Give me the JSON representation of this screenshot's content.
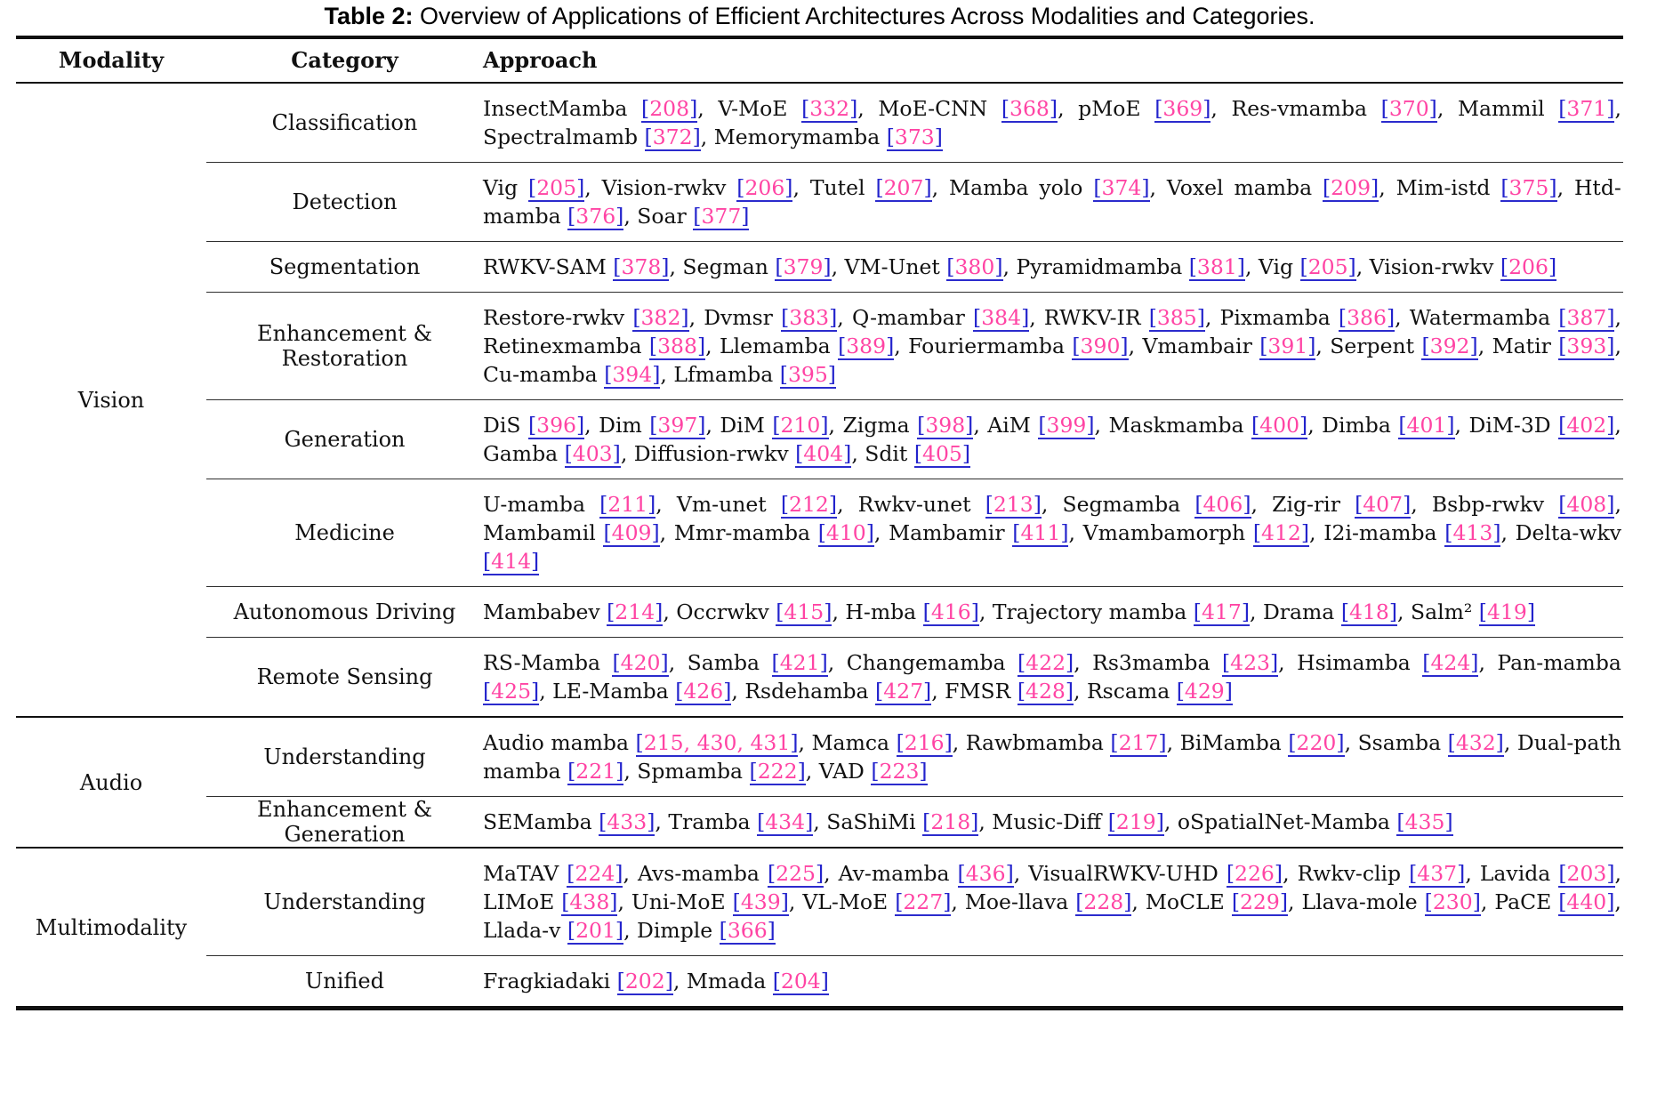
{
  "caption": {
    "prefix": "Table 2:",
    "rest": " Overview of Applications of Efficient Architectures Across Modalities and Categories."
  },
  "columns": [
    "Modality",
    "Category",
    "Approach"
  ],
  "colors": {
    "citation_number": "#ff44a4",
    "citation_bracket": "#2323cc",
    "citation_underline": "#2b2bcd",
    "rule": "#101010",
    "text": "#111111"
  },
  "groups": [
    {
      "modality": "Vision",
      "rows": [
        {
          "category": "Classification",
          "approaches": [
            {
              "name": "InsectMamba",
              "refs": [
                "208"
              ]
            },
            {
              "name": "V-MoE",
              "refs": [
                "332"
              ]
            },
            {
              "name": "MoE-CNN",
              "refs": [
                "368"
              ]
            },
            {
              "name": "pMoE",
              "refs": [
                "369"
              ]
            },
            {
              "name": "Res-vmamba",
              "refs": [
                "370"
              ]
            },
            {
              "name": "Mammil",
              "refs": [
                "371"
              ]
            },
            {
              "name": "Spectralmamb",
              "refs": [
                "372"
              ]
            },
            {
              "name": "Memorymamba",
              "refs": [
                "373"
              ]
            }
          ]
        },
        {
          "category": "Detection",
          "approaches": [
            {
              "name": "Vig",
              "refs": [
                "205"
              ]
            },
            {
              "name": "Vision-rwkv",
              "refs": [
                "206"
              ]
            },
            {
              "name": "Tutel",
              "refs": [
                "207"
              ]
            },
            {
              "name": "Mamba yolo",
              "refs": [
                "374"
              ]
            },
            {
              "name": "Voxel mamba",
              "refs": [
                "209"
              ]
            },
            {
              "name": "Mim-istd",
              "refs": [
                "375"
              ]
            },
            {
              "name": "Htd-mamba",
              "refs": [
                "376"
              ]
            },
            {
              "name": "Soar",
              "refs": [
                "377"
              ]
            }
          ]
        },
        {
          "category": "Segmentation",
          "approaches": [
            {
              "name": "RWKV-SAM",
              "refs": [
                "378"
              ]
            },
            {
              "name": "Segman",
              "refs": [
                "379"
              ]
            },
            {
              "name": "VM-Unet",
              "refs": [
                "380"
              ]
            },
            {
              "name": "Pyramidmamba",
              "refs": [
                "381"
              ]
            },
            {
              "name": "Vig",
              "refs": [
                "205"
              ]
            },
            {
              "name": "Vision-rwkv",
              "refs": [
                "206"
              ]
            }
          ]
        },
        {
          "category": "Enhancement & Restoration",
          "approaches": [
            {
              "name": "Restore-rwkv",
              "refs": [
                "382"
              ]
            },
            {
              "name": "Dvmsr",
              "refs": [
                "383"
              ]
            },
            {
              "name": "Q-mambar",
              "refs": [
                "384"
              ]
            },
            {
              "name": "RWKV-IR",
              "refs": [
                "385"
              ]
            },
            {
              "name": "Pixmamba",
              "refs": [
                "386"
              ]
            },
            {
              "name": "Watermamba",
              "refs": [
                "387"
              ]
            },
            {
              "name": "Retinexmamba",
              "refs": [
                "388"
              ]
            },
            {
              "name": "Llemamba",
              "refs": [
                "389"
              ]
            },
            {
              "name": "Fouriermamba",
              "refs": [
                "390"
              ]
            },
            {
              "name": "Vmambair",
              "refs": [
                "391"
              ]
            },
            {
              "name": "Serpent",
              "refs": [
                "392"
              ]
            },
            {
              "name": "Matir",
              "refs": [
                "393"
              ]
            },
            {
              "name": "Cu-mamba",
              "refs": [
                "394"
              ]
            },
            {
              "name": "Lfmamba",
              "refs": [
                "395"
              ]
            }
          ]
        },
        {
          "category": "Generation",
          "approaches": [
            {
              "name": "DiS",
              "refs": [
                "396"
              ]
            },
            {
              "name": "Dim",
              "refs": [
                "397"
              ]
            },
            {
              "name": "DiM",
              "refs": [
                "210"
              ]
            },
            {
              "name": "Zigma",
              "refs": [
                "398"
              ]
            },
            {
              "name": "AiM",
              "refs": [
                "399"
              ]
            },
            {
              "name": "Maskmamba",
              "refs": [
                "400"
              ]
            },
            {
              "name": "Dimba",
              "refs": [
                "401"
              ]
            },
            {
              "name": "DiM-3D",
              "refs": [
                "402"
              ]
            },
            {
              "name": "Gamba",
              "refs": [
                "403"
              ]
            },
            {
              "name": "Diffusion-rwkv",
              "refs": [
                "404"
              ]
            },
            {
              "name": "Sdit",
              "refs": [
                "405"
              ]
            }
          ]
        },
        {
          "category": "Medicine",
          "approaches": [
            {
              "name": "U-mamba",
              "refs": [
                "211"
              ]
            },
            {
              "name": "Vm-unet",
              "refs": [
                "212"
              ]
            },
            {
              "name": "Rwkv-unet",
              "refs": [
                "213"
              ]
            },
            {
              "name": "Segmamba",
              "refs": [
                "406"
              ]
            },
            {
              "name": "Zig-rir",
              "refs": [
                "407"
              ]
            },
            {
              "name": "Bsbp-rwkv",
              "refs": [
                "408"
              ]
            },
            {
              "name": "Mambamil",
              "refs": [
                "409"
              ]
            },
            {
              "name": "Mmr-mamba",
              "refs": [
                "410"
              ]
            },
            {
              "name": "Mambamir",
              "refs": [
                "411"
              ]
            },
            {
              "name": "Vmambamorph",
              "refs": [
                "412"
              ]
            },
            {
              "name": "I2i-mamba",
              "refs": [
                "413"
              ]
            },
            {
              "name": "Delta-wkv",
              "refs": [
                "414"
              ]
            }
          ]
        },
        {
          "category": "Autonomous Driving",
          "approaches": [
            {
              "name": "Mambabev",
              "refs": [
                "214"
              ]
            },
            {
              "name": "Occrwkv",
              "refs": [
                "415"
              ]
            },
            {
              "name": "H-mba",
              "refs": [
                "416"
              ]
            },
            {
              "name": "Trajectory mamba",
              "refs": [
                "417"
              ]
            },
            {
              "name": "Drama",
              "refs": [
                "418"
              ]
            },
            {
              "name": "Salm²",
              "refs": [
                "419"
              ]
            }
          ]
        },
        {
          "category": "Remote Sensing",
          "approaches": [
            {
              "name": "RS-Mamba",
              "refs": [
                "420"
              ]
            },
            {
              "name": "Samba",
              "refs": [
                "421"
              ]
            },
            {
              "name": "Changemamba",
              "refs": [
                "422"
              ]
            },
            {
              "name": "Rs3mamba",
              "refs": [
                "423"
              ]
            },
            {
              "name": "Hsimamba",
              "refs": [
                "424"
              ]
            },
            {
              "name": "Pan-mamba",
              "refs": [
                "425"
              ]
            },
            {
              "name": "LE-Mamba",
              "refs": [
                "426"
              ]
            },
            {
              "name": "Rsdehamba",
              "refs": [
                "427"
              ]
            },
            {
              "name": "FMSR",
              "refs": [
                "428"
              ]
            },
            {
              "name": "Rscama",
              "refs": [
                "429"
              ]
            }
          ]
        }
      ]
    },
    {
      "modality": "Audio",
      "rows": [
        {
          "category": "Understanding",
          "approaches": [
            {
              "name": "Audio mamba",
              "refs": [
                "215",
                "430",
                "431"
              ]
            },
            {
              "name": "Mamca",
              "refs": [
                "216"
              ]
            },
            {
              "name": "Rawbmamba",
              "refs": [
                "217"
              ]
            },
            {
              "name": "BiMamba",
              "refs": [
                "220"
              ]
            },
            {
              "name": "Ssamba",
              "refs": [
                "432"
              ]
            },
            {
              "name": "Dual-path mamba",
              "refs": [
                "221"
              ]
            },
            {
              "name": "Spmamba",
              "refs": [
                "222"
              ]
            },
            {
              "name": "VAD",
              "refs": [
                "223"
              ]
            }
          ]
        },
        {
          "category": "Enhancement & Generation",
          "approaches": [
            {
              "name": "SEMamba",
              "refs": [
                "433"
              ]
            },
            {
              "name": "Tramba",
              "refs": [
                "434"
              ]
            },
            {
              "name": "SaShiMi",
              "refs": [
                "218"
              ]
            },
            {
              "name": "Music-Diff",
              "refs": [
                "219"
              ]
            },
            {
              "name": "oSpatialNet-Mamba",
              "refs": [
                "435"
              ]
            }
          ]
        }
      ]
    },
    {
      "modality": "Multimodality",
      "rows": [
        {
          "category": "Understanding",
          "approaches": [
            {
              "name": "MaTAV",
              "refs": [
                "224"
              ]
            },
            {
              "name": "Avs-mamba",
              "refs": [
                "225"
              ]
            },
            {
              "name": "Av-mamba",
              "refs": [
                "436"
              ]
            },
            {
              "name": "VisualRWKV-UHD",
              "refs": [
                "226"
              ]
            },
            {
              "name": "Rwkv-clip",
              "refs": [
                "437"
              ]
            },
            {
              "name": "Lavida",
              "refs": [
                "203"
              ]
            },
            {
              "name": "LIMoE",
              "refs": [
                "438"
              ]
            },
            {
              "name": "Uni-MoE",
              "refs": [
                "439"
              ]
            },
            {
              "name": "VL-MoE",
              "refs": [
                "227"
              ]
            },
            {
              "name": "Moe-llava",
              "refs": [
                "228"
              ]
            },
            {
              "name": "MoCLE",
              "refs": [
                "229"
              ]
            },
            {
              "name": "Llava-mole",
              "refs": [
                "230"
              ]
            },
            {
              "name": "PaCE",
              "refs": [
                "440"
              ]
            },
            {
              "name": "Llada-v",
              "refs": [
                "201"
              ]
            },
            {
              "name": "Dimple",
              "refs": [
                "366"
              ]
            }
          ]
        },
        {
          "category": "Unified",
          "approaches": [
            {
              "name": "Fragkiadaki",
              "refs": [
                "202"
              ]
            },
            {
              "name": "Mmada",
              "refs": [
                "204"
              ]
            }
          ]
        }
      ]
    }
  ]
}
